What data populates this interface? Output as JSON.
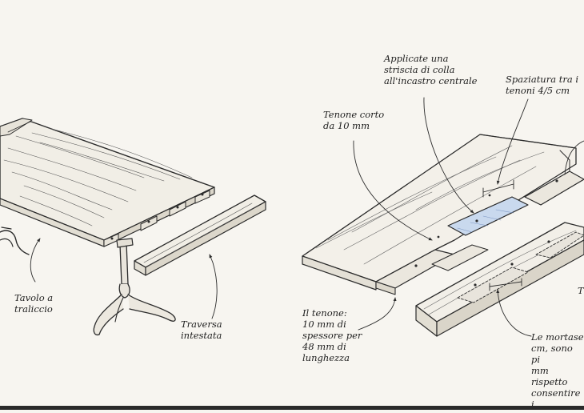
{
  "labels": {
    "trestle_table": "Tavolo a\ntraliccio",
    "end_rail": "Traversa\nintestata",
    "glue_strip": "Applicate una\nstriscia di colla\nall'incastro centrale",
    "tenon_spacing": "Spaziatura tra i\ntenoni 4/5 cm",
    "short_tenon": "Tenone corto\nda 10 mm",
    "tenon_size": "Il tenone:\n10 mm di\nspessore per\n48 mm di\nlunghezza",
    "mortise_note": "Le mortase\ncm, sono pi\nmm rispetto\nconsentire i",
    "edge_t": "T"
  },
  "colors": {
    "line": "#2b2b2b",
    "wood": "#efece4",
    "paper": "#f7f5f0",
    "glue": "#c9d9ee"
  }
}
